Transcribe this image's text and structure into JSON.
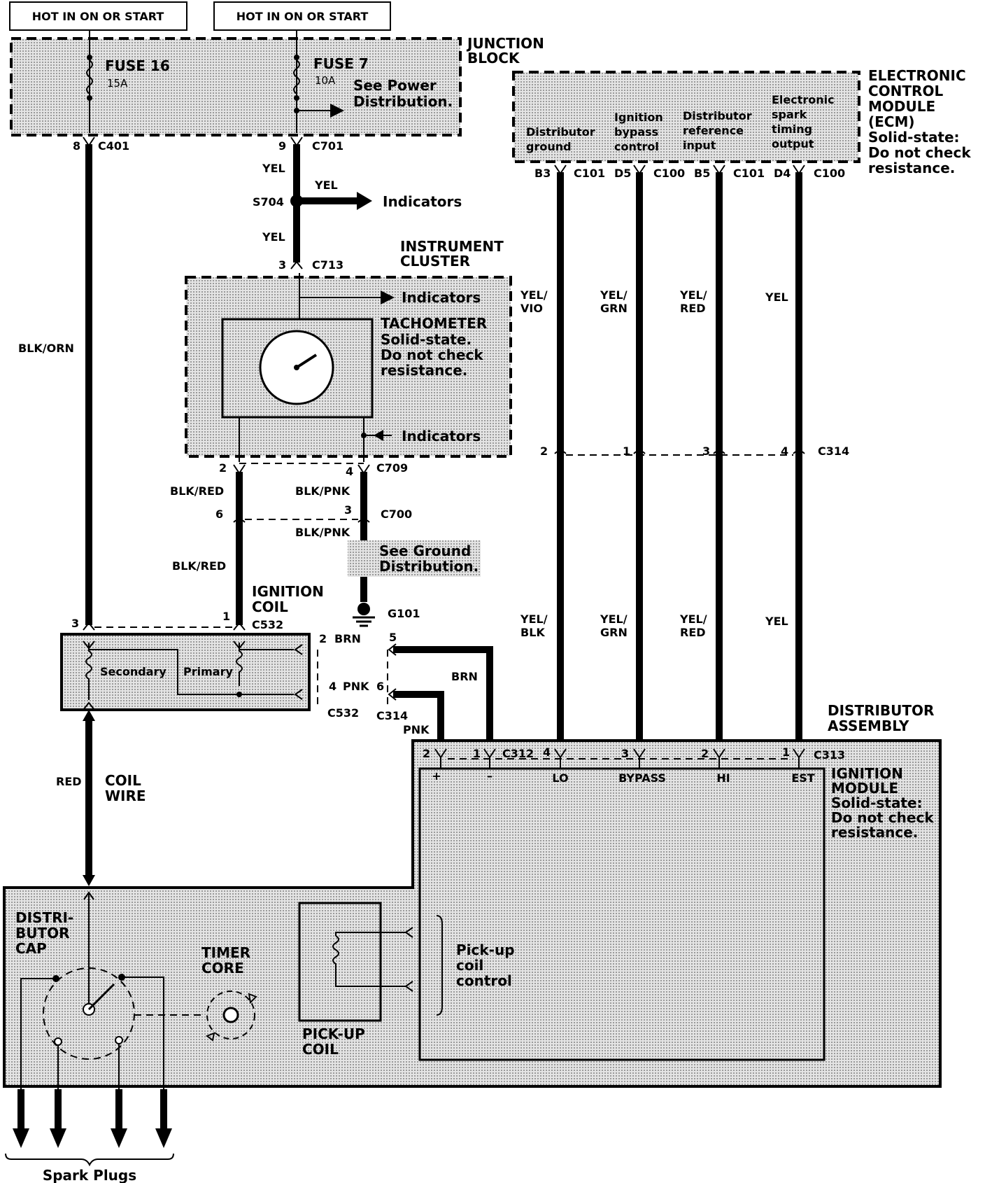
{
  "power": {
    "label_left": "HOT IN ON OR START",
    "label_right": "HOT IN ON OR START"
  },
  "junction_block": {
    "title_line1": "JUNCTION",
    "title_line2": "BLOCK",
    "fuse16_name": "FUSE 16",
    "fuse16_rating": "15A",
    "fuse7_name": "FUSE 7",
    "fuse7_rating": "10A",
    "note_line1": "See Power",
    "note_line2": "Distribution."
  },
  "ecm": {
    "title_line1": "ELECTRONIC",
    "title_line2": "CONTROL",
    "title_line3": "MODULE",
    "title_line4": "(ECM)",
    "note_line1": "Solid-state:",
    "note_line2": "Do not check",
    "note_line3": "resistance.",
    "pin1_line1": "Distributor",
    "pin1_line2": "ground",
    "pin2_line1": "Ignition",
    "pin2_line2": "bypass",
    "pin2_line3": "control",
    "pin3_line1": "Distributor",
    "pin3_line2": "reference",
    "pin3_line3": "input",
    "pin4_line1": "Electronic",
    "pin4_line2": "spark",
    "pin4_line3": "timing",
    "pin4_line4": "output"
  },
  "connectors": {
    "c401_pin": "8",
    "c401": "C401",
    "c701_pin": "9",
    "c701": "C701",
    "s704": "S704",
    "c713_pin": "3",
    "c713": "C713",
    "b3": "B3",
    "c101_a": "C101",
    "d5": "D5",
    "c100_a": "C100",
    "b5": "B5",
    "c101_b": "C101",
    "d4": "D4",
    "c100_b": "C100",
    "c709_pin_a": "2",
    "c709_pin_b": "4",
    "c709": "C709",
    "c700_pin_a": "6",
    "c700_pin_b": "3",
    "c700": "C700",
    "g101": "G101",
    "c532_pin_a": "3",
    "c532_pin_b": "1",
    "c532_top": "C532",
    "c532_pin_c": "2",
    "c532_pin_d": "4",
    "c532_bottom": "C532",
    "c314_pin_a": "5",
    "c314_pin_b": "6",
    "c314_bottom": "C314",
    "c314_pin1": "2",
    "c314_pin2": "1",
    "c314_pin3": "3",
    "c314_pin4": "4",
    "c314_right": "C314",
    "c312_pin_a": "2",
    "c312_pin_b": "1",
    "c312": "C312",
    "c313_pin_a": "4",
    "c313_pin_b": "3",
    "c313_pin_c": "2",
    "c313_pin_d": "1",
    "c313": "C313"
  },
  "wires": {
    "yel_top": "YEL",
    "yel_branch": "YEL",
    "yel_mid": "YEL",
    "blk_orn": "BLK/ORN",
    "blk_red_1": "BLK/RED",
    "blk_pnk_1": "BLK/PNK",
    "blk_pnk_2": "BLK/PNK",
    "blk_red_2": "BLK/RED",
    "yel_vio": "YEL/\nVIO",
    "yel_grn_1": "YEL/\nGRN",
    "yel_red_1": "YEL/\nRED",
    "yel_1": "YEL",
    "yel_blk": "YEL/\nBLK",
    "yel_grn_2": "YEL/\nGRN",
    "yel_red_2": "YEL/\nRED",
    "yel_2": "YEL",
    "brn_a": "BRN",
    "pnk_a": "PNK",
    "brn_b": "BRN",
    "pnk_b": "PNK",
    "red": "RED",
    "coil_wire_line1": "COIL",
    "coil_wire_line2": "WIRE"
  },
  "indicators": {
    "main": "Indicators",
    "cluster_top": "Indicators",
    "cluster_bottom": "Indicators"
  },
  "instrument_cluster": {
    "title_line1": "INSTRUMENT",
    "title_line2": "CLUSTER",
    "tach": "TACHOMETER",
    "note_line1": "Solid-state.",
    "note_line2": "Do not check",
    "note_line3": "resistance."
  },
  "ground_note": {
    "line1": "See Ground",
    "line2": "Distribution."
  },
  "ignition_coil": {
    "title_line1": "IGNITION",
    "title_line2": "COIL",
    "secondary": "Secondary",
    "primary": "Primary"
  },
  "distributor": {
    "title_line1": "DISTRIBUTOR",
    "title_line2": "ASSEMBLY",
    "pin_plus": "+",
    "pin_minus": "–",
    "pin_lo": "LO",
    "pin_bypass": "BYPASS",
    "pin_hi": "HI",
    "pin_est": "EST",
    "module_line1": "IGNITION",
    "module_line2": "MODULE",
    "module_note1": "Solid-state:",
    "module_note2": "Do not check",
    "module_note3": "resistance.",
    "cap_line1": "DISTRI-",
    "cap_line2": "BUTOR",
    "cap_line3": "CAP",
    "timer_line1": "TIMER",
    "timer_line2": "CORE",
    "pickup_line1": "PICK-UP",
    "pickup_line2": "COIL",
    "pickup_ctrl1": "Pick-up",
    "pickup_ctrl2": "coil",
    "pickup_ctrl3": "control"
  },
  "spark_plugs": "Spark Plugs"
}
